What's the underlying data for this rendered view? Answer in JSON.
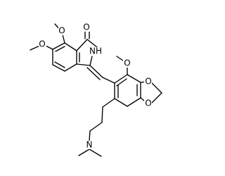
{
  "molecule": {
    "atoms": {
      "carbonyl_oxygen": "O",
      "lactam_nitrogen": "NH",
      "methoxy_oxygen_top": "O",
      "methoxy_oxygen_left": "O",
      "methoxy_oxygen_right": "O",
      "dioxole_oxygen_upper": "O",
      "dioxole_oxygen_lower": "O",
      "amine_nitrogen": "N"
    }
  }
}
